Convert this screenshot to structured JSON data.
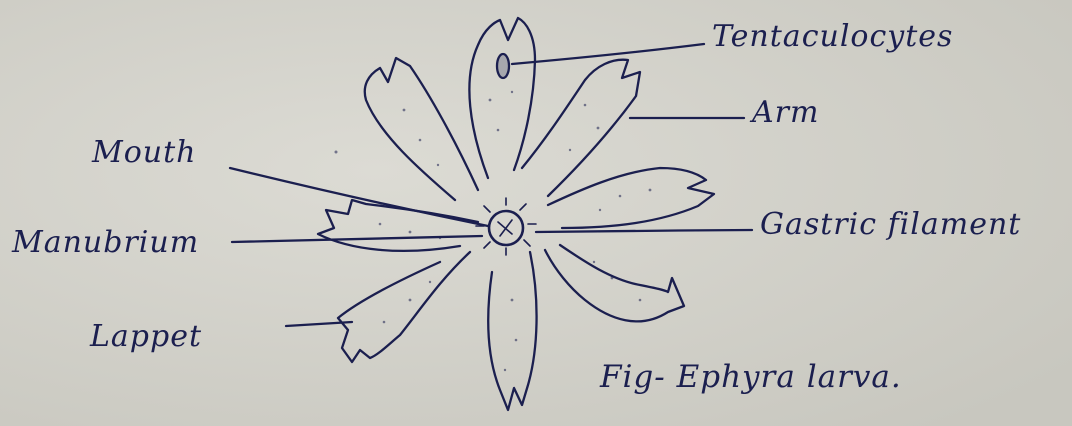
{
  "diagram": {
    "caption": "Fig- Ephyra larva.",
    "labels": {
      "tentaculocytes": "Tentaculocytes",
      "arm": "Arm",
      "mouth": "Mouth",
      "gastric_filament": "Gastric filament",
      "manubrium": "Manubrium",
      "lappet": "Lappet"
    },
    "colors": {
      "ink": "#1b1f4f",
      "paper": "#d2d1ca"
    }
  }
}
